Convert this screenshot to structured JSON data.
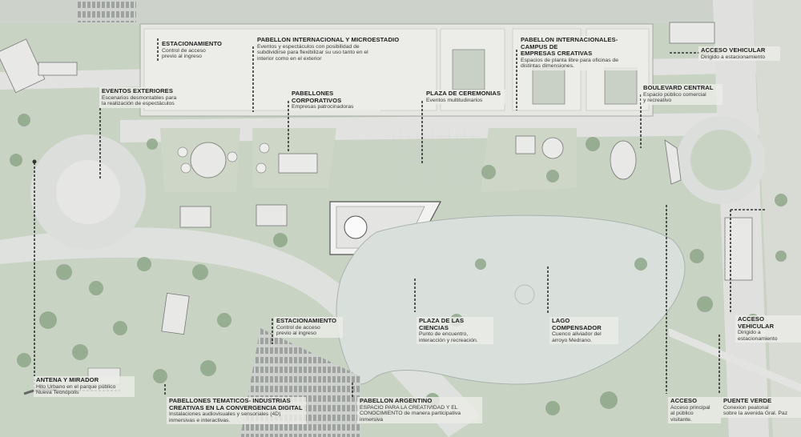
{
  "map": {
    "colors": {
      "grass": "#c9d3c4",
      "plaza": "#d9dbd8",
      "road": "#e2e3e1",
      "building": "#ebebe9",
      "lake": "#d8dfdc",
      "tree": "#8fa78a",
      "line": "#333333"
    },
    "labels": [
      {
        "id": "estacionamiento-norte",
        "title": "ESTACIONAMIENTO",
        "desc": "Control de acceso\nprevio al ingreso"
      },
      {
        "id": "pabellon-internacional",
        "title": "PABELLON INTERNACIONAL Y MICROESTADIO",
        "desc": "Eventos y espectáculos con posibilidad de\nsubdividirse para flexibilizar su uso tanto en el\ninterior como en el exterior"
      },
      {
        "id": "pabellon-campus",
        "title": "PABELLON INTERNACIONALES-CAMPUS DE\nEMPRESAS CREATIVAS",
        "desc": "Espacios de planta libre para oficinas de\ndistintas dimensiones."
      },
      {
        "id": "acceso-vehicular-norte",
        "title": "ACCESO VEHICULAR",
        "desc": "Dirigido a estacionamiento"
      },
      {
        "id": "eventos-exteriores",
        "title": "EVENTOS EXTERIORES",
        "desc": "Escenarios desmontables para\nla realización de espectáculos"
      },
      {
        "id": "pabellones-corporativos",
        "title": "PABELLONES CORPORATIVOS",
        "desc": "Empresas patrocinadoras"
      },
      {
        "id": "plaza-ceremonias",
        "title": "PLAZA DE CEREMONIAS",
        "desc": "Eventos multitudinarios"
      },
      {
        "id": "boulevard-central",
        "title": "BOULEVARD CENTRAL",
        "desc": "Espacio público comercial\ny recreativo"
      },
      {
        "id": "estacionamiento-sur",
        "title": "ESTACIONAMIENTO",
        "desc": "Control de acceso\nprevio al ingreso"
      },
      {
        "id": "plaza-ciencias",
        "title": "PLAZA DE LAS CIENCIAS",
        "desc": "Punto de encuentro,\ninteracción y recreación."
      },
      {
        "id": "lago-compensador",
        "title": "LAGO COMPENSADOR",
        "desc": "Cuenco aliviador del\narroyo Medrano."
      },
      {
        "id": "acceso-vehicular-este",
        "title": "ACCESO VEHICULAR",
        "desc": "Dirigido a\nestacionamiento"
      },
      {
        "id": "antena-mirador",
        "title": "ANTENA Y MIRADOR",
        "desc": "Hito Urbano en el parque público\nNueva Tecnópolis"
      },
      {
        "id": "pabellones-tematicos",
        "title": "PABELLONES TEMATICOS- INDUSTRIAS\nCREATIVAS EN LA CONVERGENCIA DIGITAL",
        "desc": "Instalaciones audiovisuales y sensoriales (4D)\ninmersivas e interactivas."
      },
      {
        "id": "pabellon-argentino",
        "title": "PABELLON ARGENTINO",
        "desc": "ESPACIO PARA LA CREATIVIDAD Y EL\nCONOCIMIENTO de manera participativa\ninmersiva"
      },
      {
        "id": "acceso",
        "title": "ACCESO",
        "desc": "Acceso principal\nal público\nvisitante."
      },
      {
        "id": "puente-verde",
        "title": "PUENTE VERDE",
        "desc": "Conexion peatonal\nsobre la avenida Gral. Paz"
      }
    ]
  }
}
